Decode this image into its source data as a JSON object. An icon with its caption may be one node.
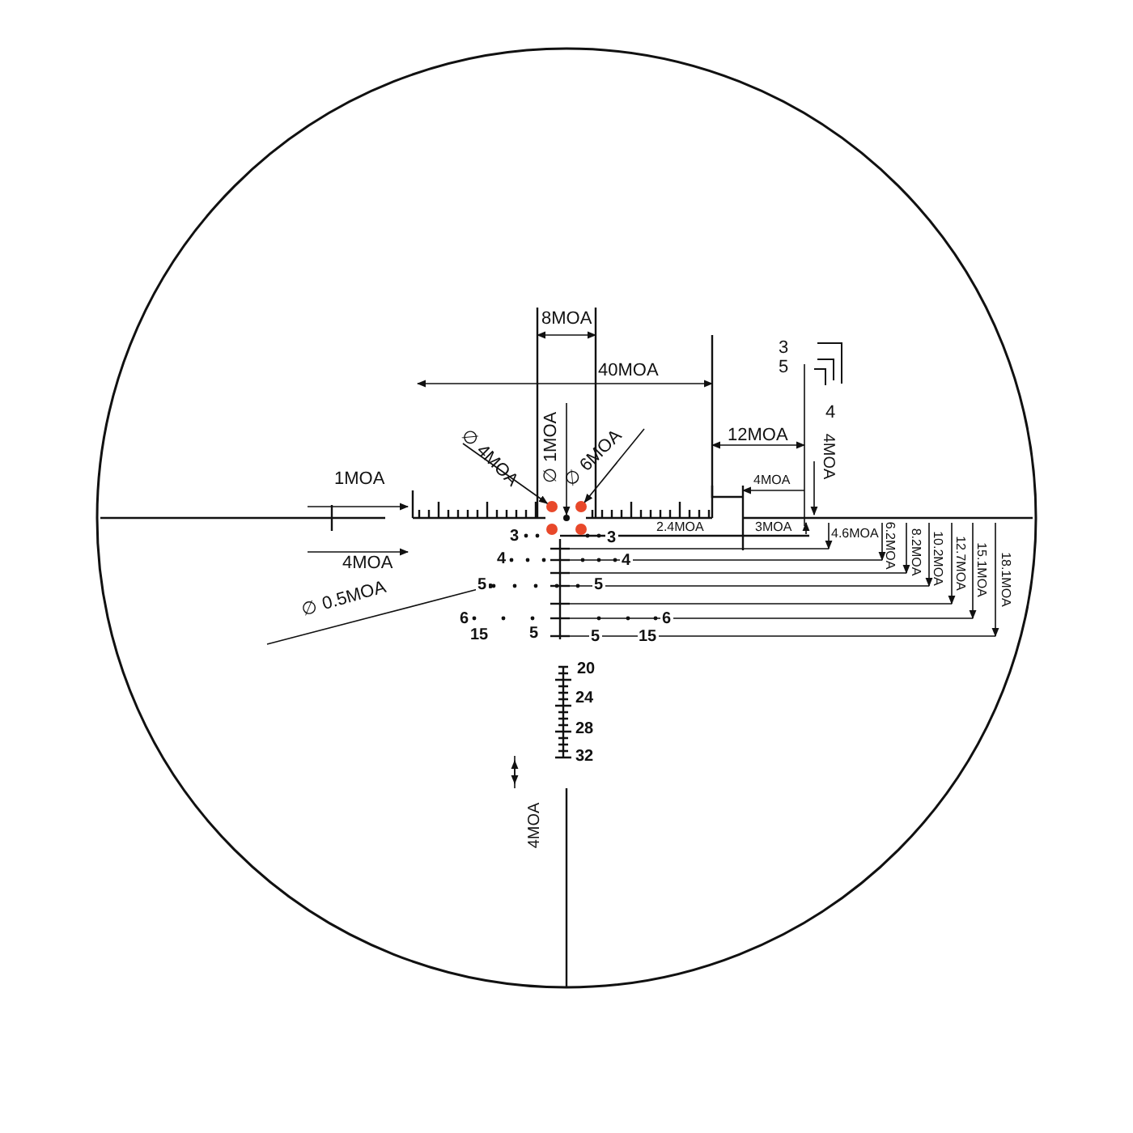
{
  "diagram": {
    "nodes": [
      {
        "text": [
          "∅ 4MOA"
        ]
      },
      {
        "text": [
          "∅ 1MOA"
        ]
      },
      {
        "text": [
          "∅ 6MOA"
        ]
      },
      {
        "text": [
          "∅ 0.5MOA"
        ]
      },
      {
        "text": [],
        "shape": "circle"
      },
      {
        "text": [],
        "shape": "circle"
      },
      {
        "text": [],
        "shape": "circle"
      },
      {
        "text": [],
        "shape": "circle"
      },
      {
        "text": [],
        "shape": "circle"
      },
      {
        "text": [],
        "shape": "circle"
      }
    ],
    "edges": [
      {
        "from": 0,
        "to": 4,
        "arrow": "to"
      },
      {
        "from": 1,
        "to": 6,
        "arrow": "to"
      },
      {
        "from": 2,
        "to": 5,
        "arrow": "to"
      },
      {
        "from": 3,
        "to": 9,
        "arrow": "to"
      }
    ],
    "labels": [
      "8MOA",
      "40MOA",
      "3",
      "5",
      "12MOA",
      "4",
      "4MOA",
      "1MOA",
      "4MOA",
      "4MOA",
      "2.4MOA",
      "3MOA",
      "4.6MOA",
      "6.2MOA",
      "8.2MOA",
      "10.2MOA",
      "12.7MOA",
      "15.1MOA",
      "18.1MOA",
      "3",
      "3",
      "4",
      "4",
      "5",
      "5",
      "6",
      "6",
      "15",
      "5",
      "5",
      "15",
      "20",
      "24",
      "28",
      "32",
      "4MOA"
    ]
  }
}
